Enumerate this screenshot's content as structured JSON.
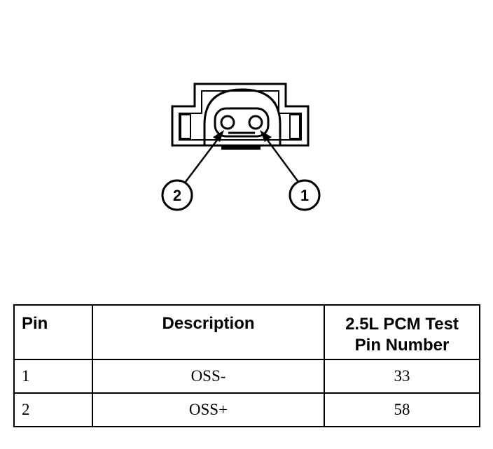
{
  "callouts": {
    "left": "2",
    "right": "1"
  },
  "table": {
    "headers": {
      "pin": "Pin",
      "description": "Description",
      "test_line1": "2.5L PCM Test",
      "test_line2": "Pin Number"
    },
    "rows": [
      {
        "pin": "1",
        "description": "OSS-",
        "test_pin": "33"
      },
      {
        "pin": "2",
        "description": "OSS+",
        "test_pin": "58"
      }
    ]
  }
}
